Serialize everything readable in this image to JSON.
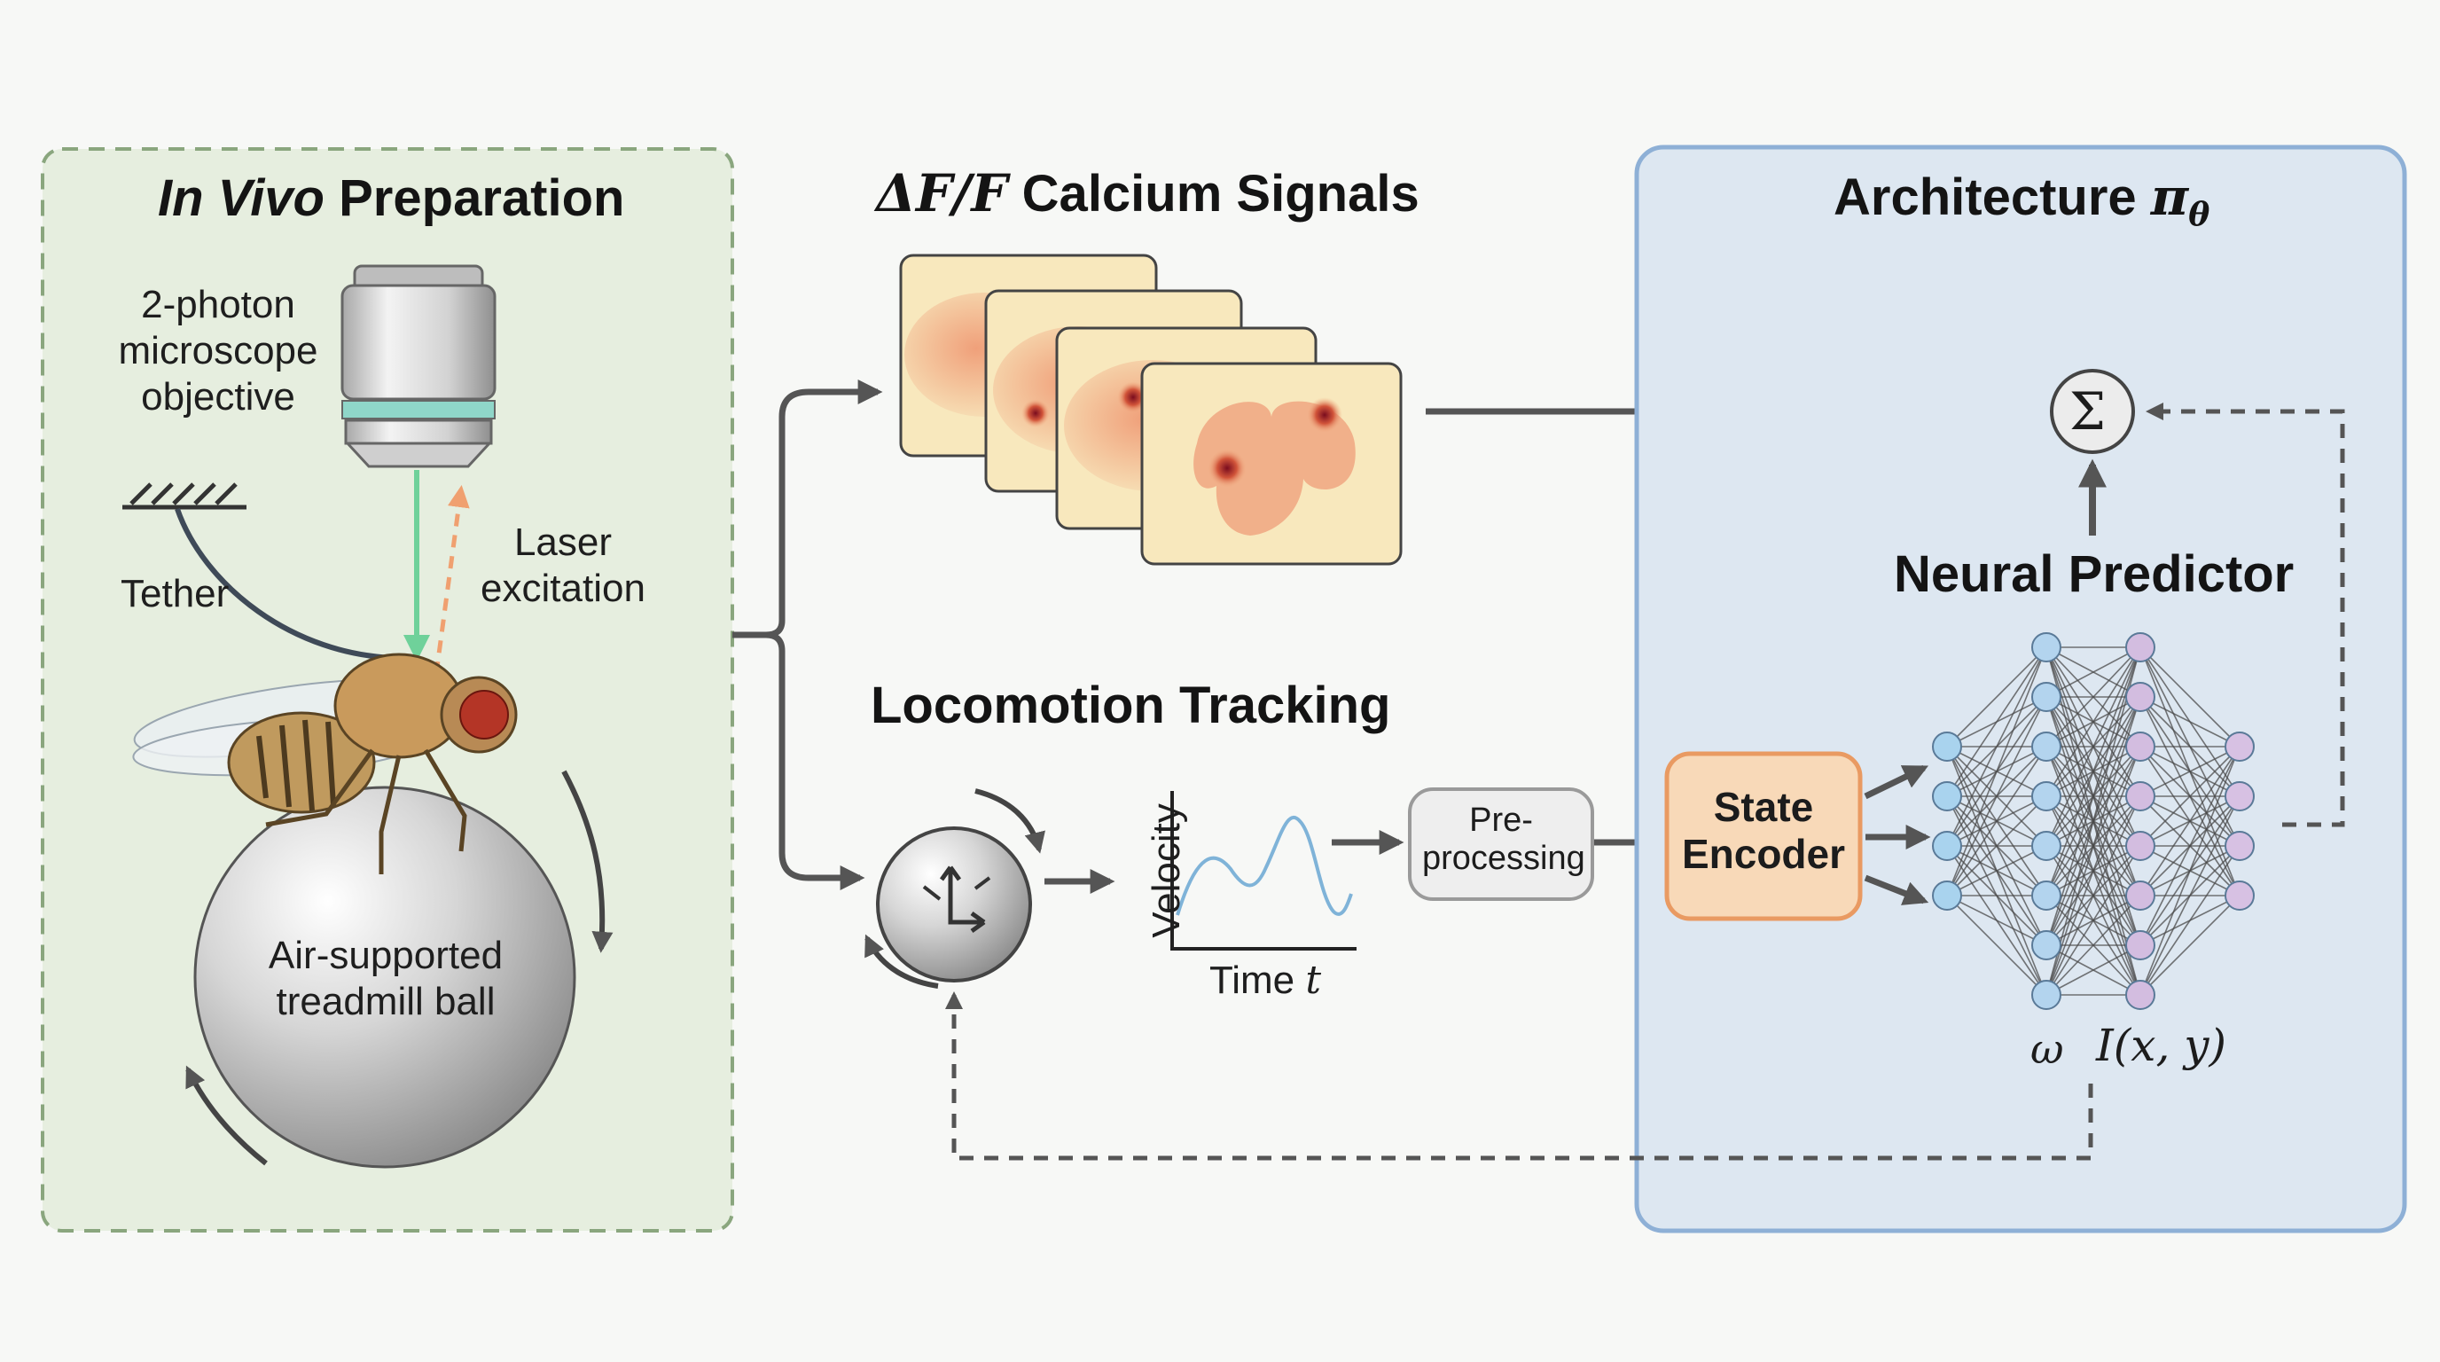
{
  "prep": {
    "title_italic": "In Vivo",
    "title_rest": "Preparation",
    "objective_label": "2-photon microscope objective",
    "tether_label": "Tether",
    "laser_label": "Laser excitation",
    "ball_label": "Air-supported treadmill ball"
  },
  "calcium": {
    "title_math": "ΔF/F",
    "title_text": "Calcium Signals"
  },
  "locomotion": {
    "title": "Locomotion Tracking",
    "y_axis_label": "Velocity",
    "x_axis_label": "Time",
    "x_axis_var": "t",
    "preprocessing_label": "Pre-processing"
  },
  "architecture": {
    "title": "Architecture",
    "title_symbol": "π",
    "title_subscript": "θ",
    "sum_symbol": "Σ",
    "predictor_label": "Neural Predictor",
    "encoder_label": "State Encoder",
    "output_omega": "ω",
    "output_image": "I(x, y)"
  },
  "colors": {
    "prep_panel_fill": "#e6eedf",
    "prep_panel_border": "#8aa67e",
    "arch_panel_fill": "#dde7f1",
    "arch_panel_border": "#8eb0d6",
    "connector": "#555555",
    "excitation_beam": "#6fd19a",
    "laser_dashed": "#f0a070",
    "encoder_fill": "#f8d9b8",
    "encoder_border": "#e99a62",
    "input_nodes": "#a9d3ee",
    "hidden_nodes": "#b3d4ee",
    "hidden2_nodes": "#d3bde0",
    "output_nodes": "#d7c1e3"
  },
  "icons": [
    "microscope-objective",
    "tether-mount",
    "fruit-fly",
    "treadmill-ball",
    "brain-activity-frame",
    "trackball-sensor",
    "summation-node",
    "neural-network"
  ]
}
